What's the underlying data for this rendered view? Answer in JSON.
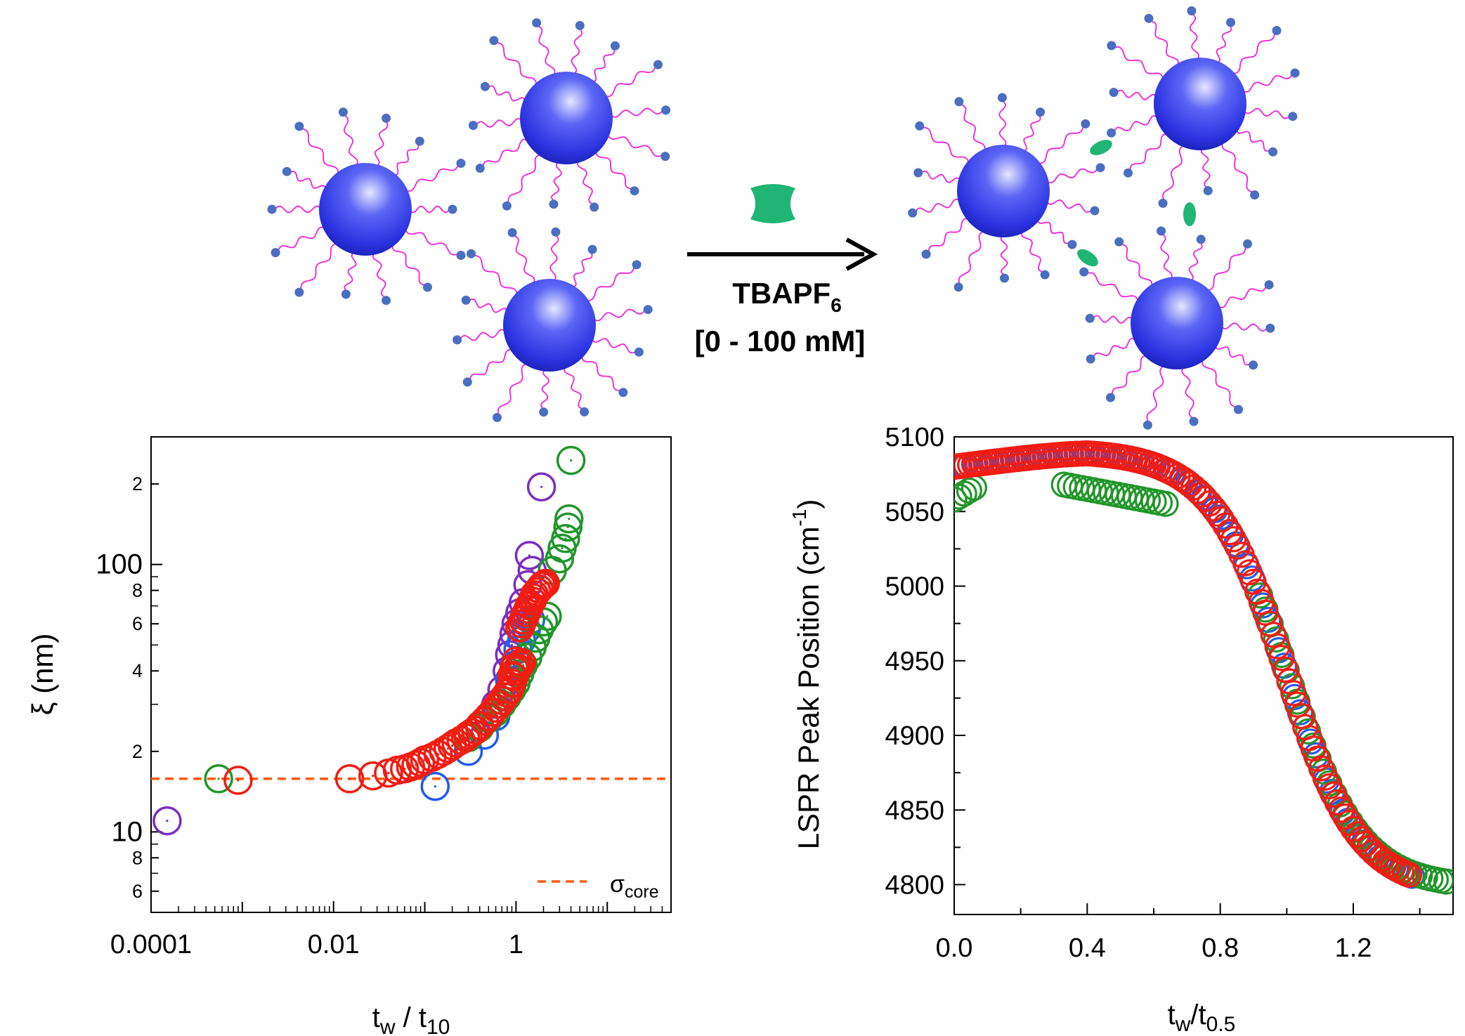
{
  "figure": {
    "scheme": {
      "reagent_main": "TBAPF",
      "reagent_sub": "6",
      "concentration": "[0 - 100 mM]",
      "colors": {
        "core": "#3a45ee",
        "ligand": "#ee22dd",
        "end": "#4a6ec0",
        "linker": "#20b574"
      }
    },
    "series_colors": [
      "#7b2fbf",
      "#1e5cf0",
      "#21962a",
      "#f21c12"
    ]
  },
  "chart_data": [
    {
      "type": "scatter",
      "xscale": "log",
      "yscale": "log",
      "xlim": [
        0.0001,
        50
      ],
      "ylim": [
        5,
        300
      ],
      "xticks": [
        0.0001,
        0.01,
        1
      ],
      "xtick_labels": [
        "0.0001",
        "0.01",
        "1"
      ],
      "yticks": [
        6,
        8,
        10,
        20,
        40,
        60,
        80,
        100,
        200
      ],
      "ytick_labels": [
        "6",
        "8",
        "10",
        "2",
        "4",
        "6",
        "8",
        "100",
        "2"
      ],
      "xlabel_main": "t",
      "xlabel_sub1": "w",
      "xlabel_mid": " / t",
      "xlabel_sub2": "10",
      "ylabel": "ξ (nm)",
      "reference_line": {
        "y": 15.8,
        "style": "dashed",
        "color": "#ff5a14"
      },
      "legend": {
        "label_main": "σ",
        "label_sub": "core",
        "placement": "bottom-right"
      },
      "series": [
        {
          "color": "#7b2fbf",
          "points": [
            [
              0.00015,
              11
            ],
            [
              1.9,
              195
            ],
            [
              1.4,
              108
            ],
            [
              1.5,
              95
            ],
            [
              1.35,
              84
            ],
            [
              1.2,
              72
            ],
            [
              1.1,
              66
            ],
            [
              1.0,
              60
            ],
            [
              0.95,
              55
            ],
            [
              0.9,
              50
            ],
            [
              0.85,
              46
            ],
            [
              0.8,
              40
            ],
            [
              0.7,
              34
            ],
            [
              0.6,
              30
            ],
            [
              0.5,
              27
            ]
          ]
        },
        {
          "color": "#1e5cf0",
          "points": [
            [
              0.13,
              14.8
            ],
            [
              0.3,
              20
            ],
            [
              0.45,
              23
            ],
            [
              0.6,
              27
            ],
            [
              0.75,
              32
            ],
            [
              0.85,
              37
            ],
            [
              0.95,
              42
            ],
            [
              1.05,
              48
            ],
            [
              1.15,
              52
            ],
            [
              1.3,
              57
            ],
            [
              1.45,
              62
            ]
          ]
        },
        {
          "color": "#21962a",
          "points": [
            [
              0.00055,
              15.8
            ],
            [
              0.2,
              21
            ],
            [
              0.3,
              22.5
            ],
            [
              0.4,
              24.5
            ],
            [
              0.5,
              26.5
            ],
            [
              0.6,
              28
            ],
            [
              0.7,
              30
            ],
            [
              0.8,
              32
            ],
            [
              0.9,
              34
            ],
            [
              1.0,
              36
            ],
            [
              1.1,
              39
            ],
            [
              1.2,
              42
            ],
            [
              1.35,
              45
            ],
            [
              1.5,
              49
            ],
            [
              1.65,
              53
            ],
            [
              1.8,
              57
            ],
            [
              2.0,
              61
            ],
            [
              2.2,
              64
            ],
            [
              2.5,
              95
            ],
            [
              3.0,
              105
            ],
            [
              3.2,
              115
            ],
            [
              3.5,
              125
            ],
            [
              3.7,
              138
            ],
            [
              3.8,
              148
            ],
            [
              4.0,
              245
            ]
          ]
        },
        {
          "color": "#f21c12",
          "points": [
            [
              0.0009,
              15.6
            ],
            [
              0.015,
              15.8
            ],
            [
              0.027,
              16.2
            ],
            [
              0.04,
              16.6
            ],
            [
              0.05,
              17
            ],
            [
              0.06,
              17.2
            ],
            [
              0.07,
              17.5
            ],
            [
              0.08,
              17.8
            ],
            [
              0.09,
              18.2
            ],
            [
              0.1,
              18.6
            ],
            [
              0.12,
              19
            ],
            [
              0.14,
              19.5
            ],
            [
              0.16,
              20
            ],
            [
              0.18,
              20.5
            ],
            [
              0.2,
              21
            ],
            [
              0.22,
              21.5
            ],
            [
              0.25,
              22
            ],
            [
              0.28,
              22.5
            ],
            [
              0.3,
              23
            ],
            [
              0.33,
              23.5
            ],
            [
              0.36,
              24
            ],
            [
              0.4,
              25
            ],
            [
              0.45,
              26
            ],
            [
              0.5,
              27
            ],
            [
              0.55,
              28
            ],
            [
              0.6,
              29
            ],
            [
              0.65,
              30
            ],
            [
              0.7,
              31
            ],
            [
              0.75,
              32
            ],
            [
              0.8,
              33
            ],
            [
              0.85,
              34
            ],
            [
              0.9,
              36
            ],
            [
              0.95,
              38
            ],
            [
              1.0,
              40
            ],
            [
              1.05,
              41
            ],
            [
              1.1,
              42
            ],
            [
              1.15,
              43
            ],
            [
              0.9,
              38.5
            ],
            [
              0.95,
              41
            ],
            [
              1.0,
              43.5
            ],
            [
              1.1,
              58
            ],
            [
              1.15,
              60
            ],
            [
              1.2,
              62
            ],
            [
              1.25,
              64
            ],
            [
              1.3,
              66
            ],
            [
              1.35,
              68
            ],
            [
              1.4,
              70
            ],
            [
              1.5,
              73
            ],
            [
              1.55,
              75
            ],
            [
              1.6,
              77
            ],
            [
              1.7,
              79
            ],
            [
              1.8,
              81
            ],
            [
              1.9,
              83
            ],
            [
              2.0,
              84
            ],
            [
              2.1,
              85
            ]
          ]
        }
      ]
    },
    {
      "type": "scatter",
      "xlim": [
        0,
        1.5
      ],
      "ylim": [
        4780,
        5100
      ],
      "xticks": [
        0.0,
        0.4,
        0.8,
        1.2
      ],
      "xtick_labels": [
        "0.0",
        "0.4",
        "0.8",
        "1.2"
      ],
      "yticks": [
        4800,
        4850,
        4900,
        4950,
        5000,
        5050,
        5100
      ],
      "ytick_labels": [
        "4800",
        "4850",
        "4900",
        "4950",
        "5000",
        "5050",
        "5100"
      ],
      "xlabel_main": "t",
      "xlabel_sub1": "w",
      "xlabel_mid": "/t",
      "xlabel_sub2": "0.5",
      "ylabel_main": "LSPR Peak Position (cm",
      "ylabel_sup": "-1",
      "ylabel_end": ")",
      "series": [
        {
          "color": "#1e5cf0",
          "curve": "sigmoid",
          "x": [
            0.0,
            1.38
          ],
          "step": 0.016
        },
        {
          "color": "#21962a",
          "curve": "segments",
          "segments": [
            {
              "x": [
                0.0,
                0.06
              ],
              "y": [
                5058,
                5066
              ],
              "step": 0.015
            },
            {
              "x": [
                0.33,
                0.64
              ],
              "y": [
                5068,
                5055
              ],
              "step": 0.018
            },
            {
              "x": [
                0.92,
                1.48
              ],
              "curve": "sigmoid",
              "step": 0.016,
              "y_offset": 2
            }
          ]
        },
        {
          "color": "#f21c12",
          "curve": "sigmoid",
          "x": [
            0.0,
            1.37
          ],
          "step": 0.012
        }
      ]
    }
  ]
}
